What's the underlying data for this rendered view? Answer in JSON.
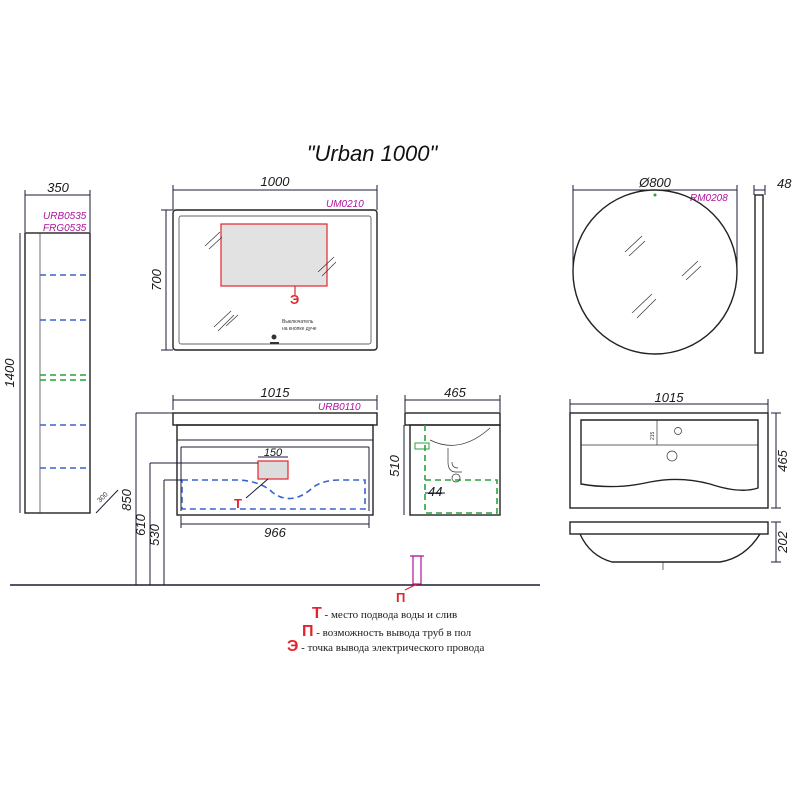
{
  "title": "\"Urban 1000\"",
  "cabinet": {
    "width": "350",
    "height": "1400",
    "depth": "300",
    "codes": [
      "URB0535",
      "FRG0535"
    ]
  },
  "mirror_rect": {
    "width": "1000",
    "height": "700",
    "code": "UM0210",
    "marker": "Э",
    "switch_text": [
      "Выключатель",
      "на кнопке дуче"
    ]
  },
  "vanity_front": {
    "width": "1015",
    "inner_width": "966",
    "code": "URB0110",
    "heights": [
      "850",
      "610",
      "530"
    ],
    "hatch_width": "150",
    "marker": "Т"
  },
  "vanity_side": {
    "depth": "465",
    "height": "510",
    "offset": "44"
  },
  "mirror_round": {
    "diameter": "Ø800",
    "depth": "48",
    "code": "RM0208"
  },
  "basin_top": {
    "width": "1015",
    "depth": "465",
    "hole_offset": "215"
  },
  "basin_side": {
    "height": "202"
  },
  "floor_marker": "П",
  "legend": [
    {
      "key": "Т",
      "sep": " - ",
      "text": "место подвода воды и слив"
    },
    {
      "key": "П",
      "sep": " - ",
      "text": "возможность вывода труб в пол"
    },
    {
      "key": "Э",
      "sep": " - ",
      "text": "точка вывода электрического провода"
    }
  ],
  "colors": {
    "dimension": "#1b1b3a",
    "code": "#b0129f",
    "marker": "#e3242b",
    "shelf_blue": "#3a63c9",
    "shelf_green": "#27a33d"
  }
}
